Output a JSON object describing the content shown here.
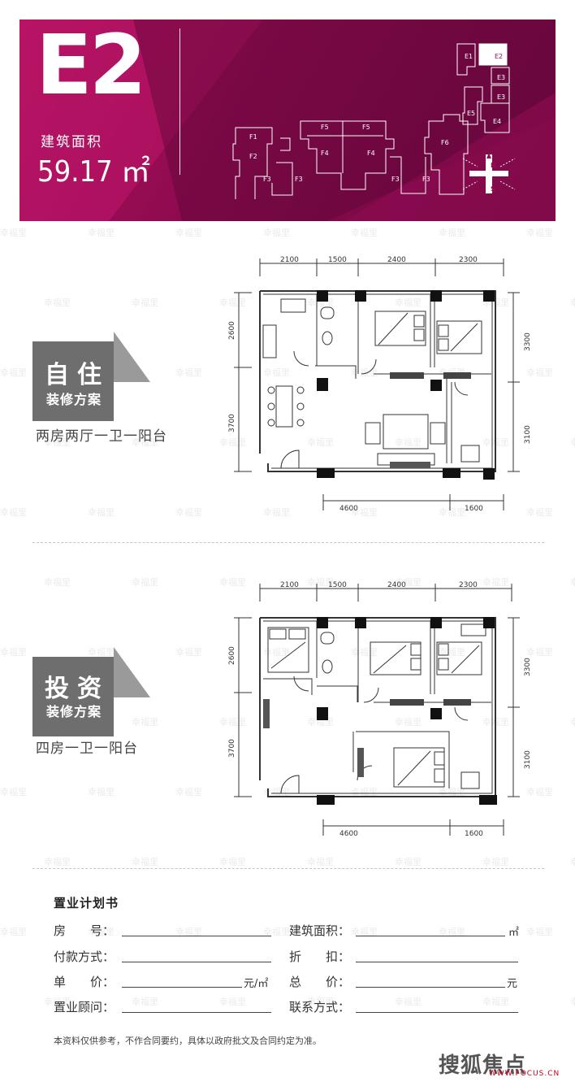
{
  "header": {
    "type_code": "E2",
    "area_label": "建筑面积",
    "area_value": "59.17 ㎡",
    "site_plan": {
      "buildings": [
        "E1",
        "E2",
        "E3",
        "E3",
        "E5",
        "E4",
        "F6",
        "F1",
        "F2",
        "F3",
        "F3",
        "F5",
        "F4",
        "F5",
        "F4",
        "F3",
        "F3"
      ],
      "compass": {
        "north": "N",
        "south": "S"
      }
    }
  },
  "plan_self_use": {
    "badge_title": "自住",
    "badge_subtitle": "装修方案",
    "caption": "两房两厅一卫一阳台",
    "dims_top": [
      "2100",
      "1500",
      "2400",
      "2300"
    ],
    "dims_left": [
      "2600",
      "3700"
    ],
    "dims_right": [
      "3300",
      "3100"
    ],
    "dims_bottom": [
      "4600",
      "1600"
    ]
  },
  "plan_investment": {
    "badge_title": "投资",
    "badge_subtitle": "装修方案",
    "caption": "四房一卫一阳台",
    "dims_top": [
      "2100",
      "1500",
      "2400",
      "2300"
    ],
    "dims_left": [
      "2600",
      "3700"
    ],
    "dims_right": [
      "3300",
      "3100"
    ],
    "dims_bottom": [
      "4600",
      "1600"
    ]
  },
  "form": {
    "title": "置业计划书",
    "fields": {
      "room_no": "房　　号：",
      "building_area": "建筑面积：",
      "area_unit": "㎡",
      "payment": "付款方式：",
      "discount": "折　　扣：",
      "unit_price": "单　　价：",
      "unit_price_unit": "元/㎡",
      "total_price": "总　　价：",
      "total_unit": "元",
      "consultant": "置业顾问：",
      "contact": "联系方式："
    }
  },
  "disclaimer": "本资料仅供参考，不作合同要约，具体以政府批文及合同约定为准。",
  "logo": {
    "name": "搜狐焦点",
    "url": "WWW.FOCUS.CN"
  },
  "watermark": "幸福里",
  "colors": {
    "banner": "#9a0c56",
    "badge": "#6e6e6e",
    "accent": "#c70019"
  }
}
